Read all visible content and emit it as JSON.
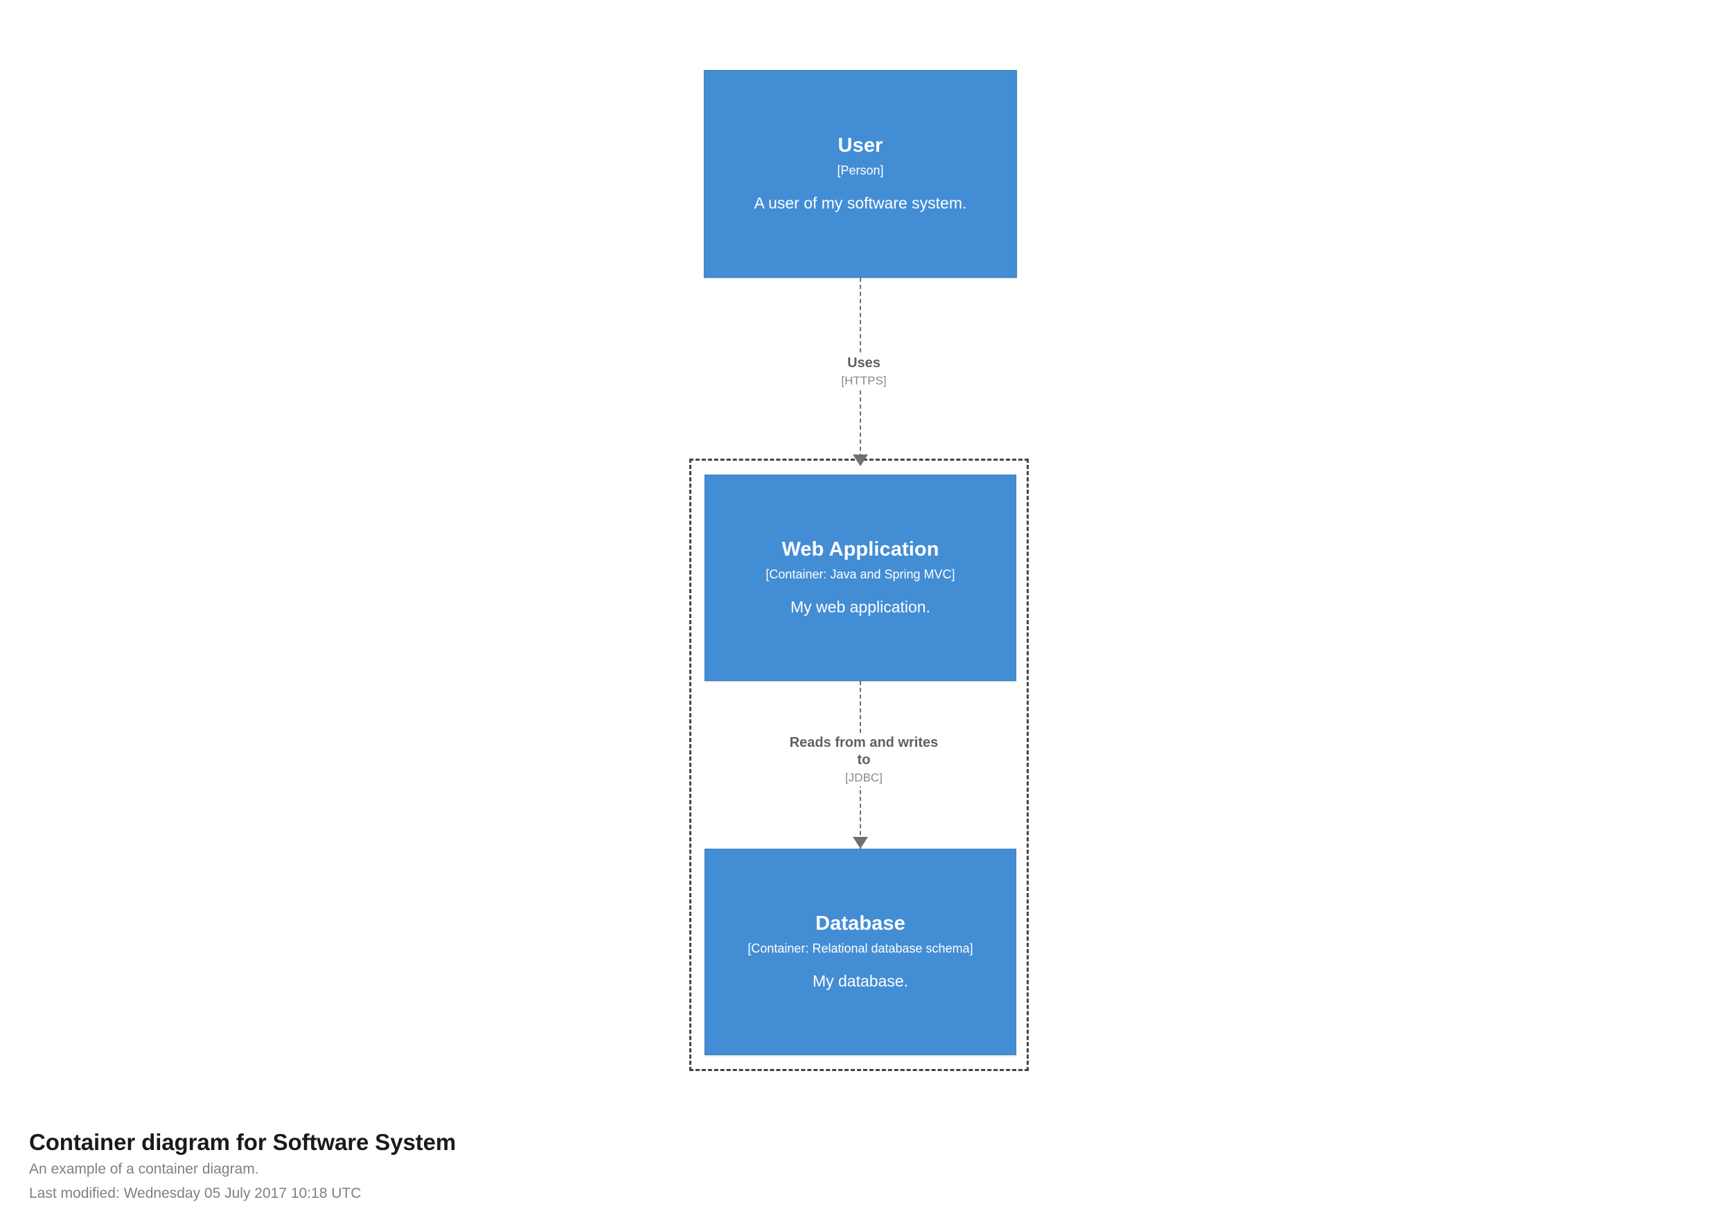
{
  "diagram": {
    "type": "c4-container-diagram",
    "accent_color": "#438dd5",
    "boundary_color": "#444444",
    "relationship_color": "#707070",
    "boundary": {
      "label": ""
    },
    "nodes": [
      {
        "id": "user",
        "name": "User",
        "meta": "[Person]",
        "description": "A user of my software system."
      },
      {
        "id": "web-application",
        "name": "Web Application",
        "meta": "[Container: Java and Spring MVC]",
        "description": "My web application."
      },
      {
        "id": "database",
        "name": "Database",
        "meta": "[Container: Relational database schema]",
        "description": "My database."
      }
    ],
    "relationships": [
      {
        "id": "user-to-web-application",
        "description": "Uses",
        "technology": "[HTTPS]"
      },
      {
        "id": "web-application-to-database",
        "description": "Reads from and writes to",
        "technology": "[JDBC]"
      }
    ]
  },
  "caption": {
    "title": "Container diagram for Software System",
    "subtitle": "An example of a container diagram.",
    "last_modified": "Last modified: Wednesday 05 July 2017 10:18 UTC"
  }
}
